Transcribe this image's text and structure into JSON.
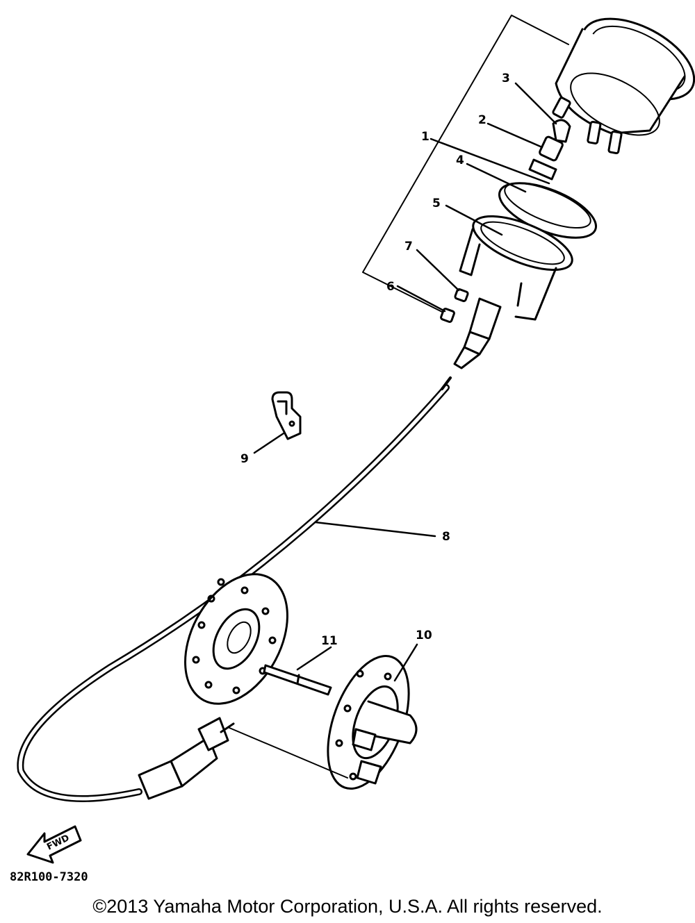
{
  "diagram": {
    "callouts": [
      {
        "id": "c1",
        "label": "1"
      },
      {
        "id": "c2",
        "label": "2"
      },
      {
        "id": "c3",
        "label": "3"
      },
      {
        "id": "c4",
        "label": "4"
      },
      {
        "id": "c5",
        "label": "5"
      },
      {
        "id": "c6",
        "label": "6"
      },
      {
        "id": "c7",
        "label": "7"
      },
      {
        "id": "c8",
        "label": "8"
      },
      {
        "id": "c9",
        "label": "9"
      },
      {
        "id": "c10",
        "label": "10"
      },
      {
        "id": "c11",
        "label": "11"
      }
    ],
    "fwd_label": "FWD",
    "diagram_code": "82R100-7320"
  },
  "footer": {
    "copyright": "©2013 Yamaha Motor Corporation, U.S.A. All rights reserved."
  }
}
